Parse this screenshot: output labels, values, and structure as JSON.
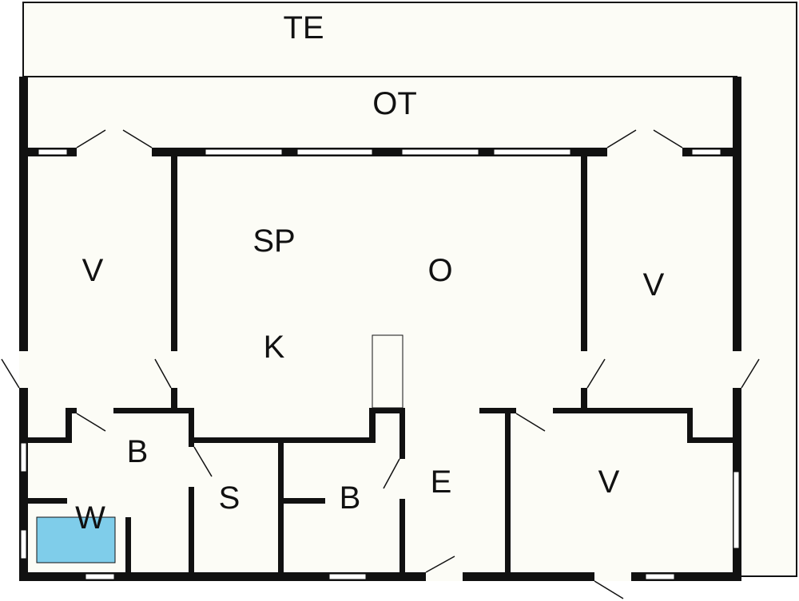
{
  "colors": {
    "background": "#ffffff",
    "floor": "#fcfcf6",
    "wall": "#111111",
    "window": "#ffffff",
    "bathtub": "#7fcdea"
  },
  "rooms": {
    "terrace": "TE",
    "covered_terrace": "OT",
    "bedroom_top_left": "V",
    "living": "SP",
    "kitchen": "K",
    "open_area": "O",
    "bedroom_top_right": "V",
    "bath_left": "B",
    "wc": "W",
    "sauna": "S",
    "bath_middle": "B",
    "entrance": "E",
    "bedroom_bottom_right": "V"
  }
}
